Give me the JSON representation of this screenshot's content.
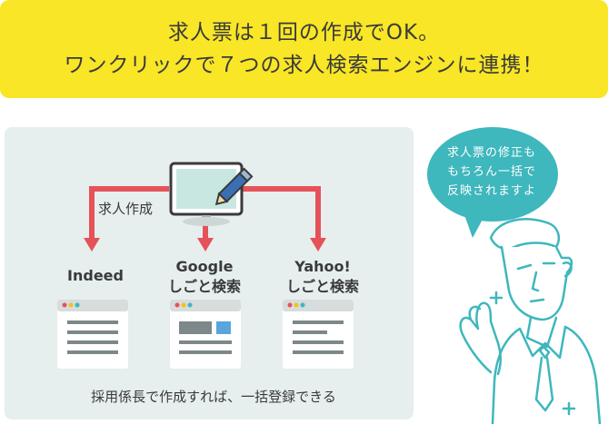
{
  "banner": {
    "line1": "求人票は１回の作成でOK。",
    "line2": "ワンクリックで７つの求人検索エンジンに連携！"
  },
  "diagram": {
    "create_label": "求人作成",
    "sites": [
      {
        "line1": "Indeed",
        "line2": ""
      },
      {
        "line1": "Google",
        "line2": "しごと検索"
      },
      {
        "line1": "Yahoo!",
        "line2": "しごと検索"
      }
    ],
    "caption": "採用係長で作成すれば、一括登録できる"
  },
  "speech_bubble": {
    "line1": "求人票の修正も",
    "line2": "もちろん一括で",
    "line3": "反映されますよ"
  },
  "colors": {
    "banner": "#f8e627",
    "arrow": "#e5525a",
    "teal": "#3eb7bd",
    "panel": "#e6eeee"
  }
}
